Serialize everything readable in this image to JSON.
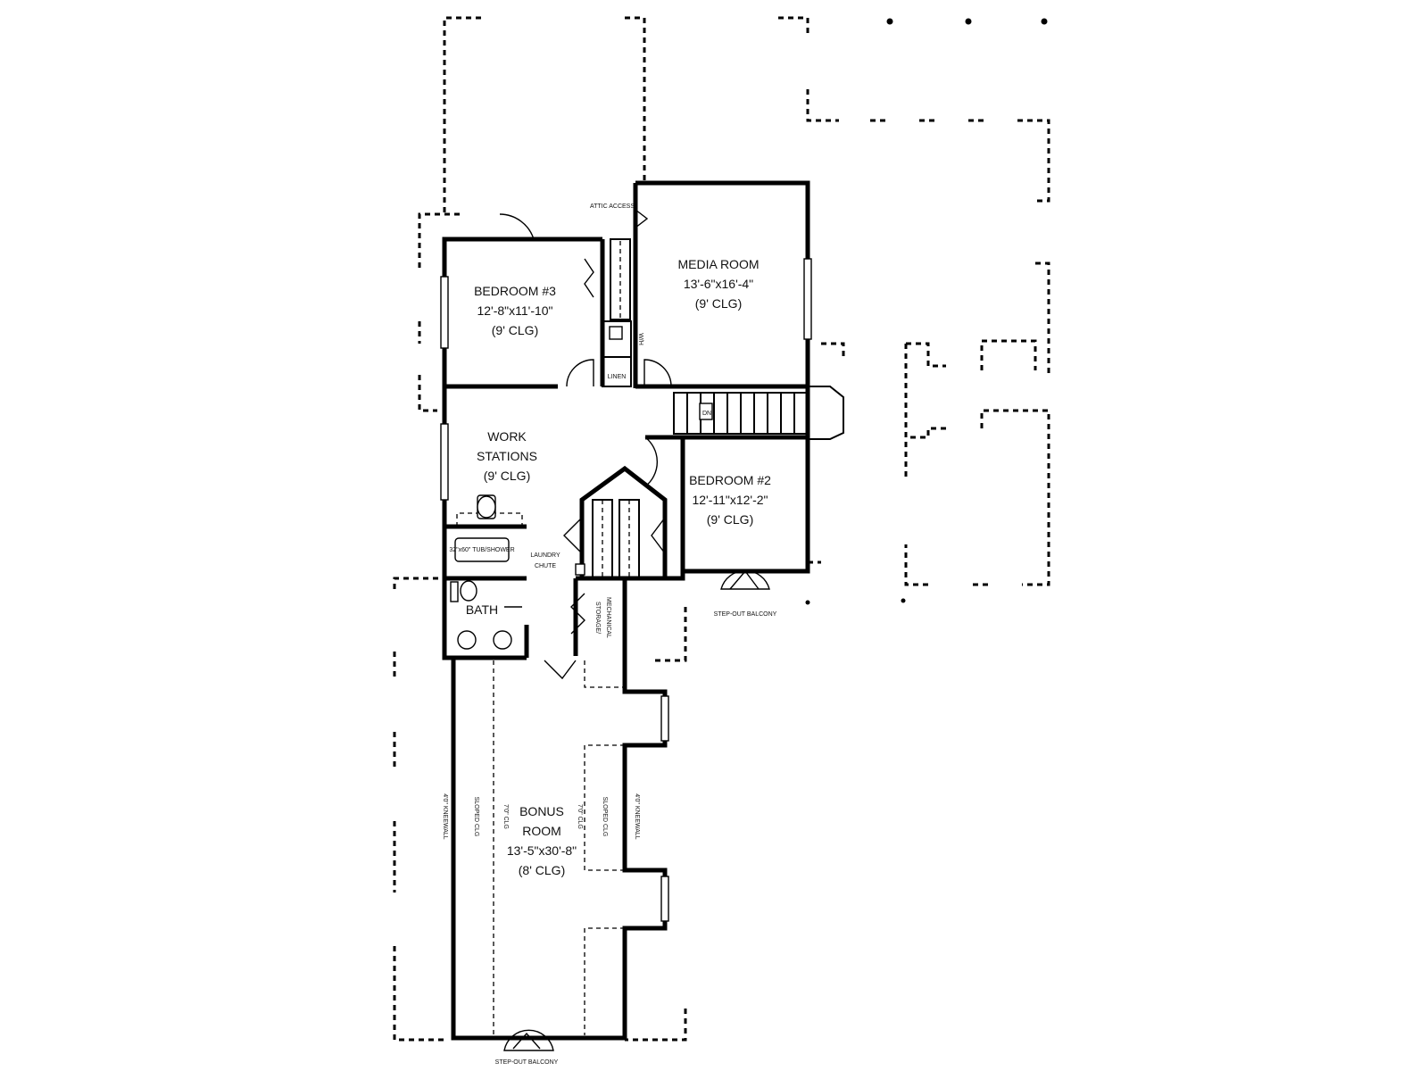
{
  "rooms": {
    "media": {
      "name": "MEDIA ROOM",
      "dims": "13'-6\"x16'-4\"",
      "ceiling": "(9' CLG)"
    },
    "bedroom3": {
      "name": "BEDROOM #3",
      "dims": "12'-8\"x11'-10\"",
      "ceiling": "(9' CLG)"
    },
    "workstations": {
      "name_line1": "WORK",
      "name_line2": "STATIONS",
      "ceiling": "(9' CLG)"
    },
    "bedroom2": {
      "name": "BEDROOM #2",
      "dims": "12'-11\"x12'-2\"",
      "ceiling": "(9' CLG)"
    },
    "bath": {
      "name": "BATH"
    },
    "bonus": {
      "name_line1": "BONUS",
      "name_line2": "ROOM",
      "dims": "13'-5\"x30'-8\"",
      "ceiling": "(8' CLG)"
    }
  },
  "labels": {
    "attic_access": "ATTIC ACCESS",
    "linen": "LINEN",
    "wh": "W/H",
    "dn": "DN",
    "laundry_line1": "LAUNDRY",
    "laundry_line2": "CHUTE",
    "tub": "32\"x60\" TUB/SHOWER",
    "storage_line1": "STORAGE/",
    "storage_line2": "MECHANICAL",
    "balcony_right": "STEP-OUT BALCONY",
    "balcony_bottom": "STEP-OUT BALCONY",
    "kneewall_left": "4'0\" KNEEWALL",
    "sloped_left": "SLOPED CLG",
    "clg_left": "7'0\" CLG",
    "clg_right": "7'0\" CLG",
    "sloped_right": "SLOPED CLG",
    "kneewall_right": "4'0\" KNEEWALL"
  }
}
